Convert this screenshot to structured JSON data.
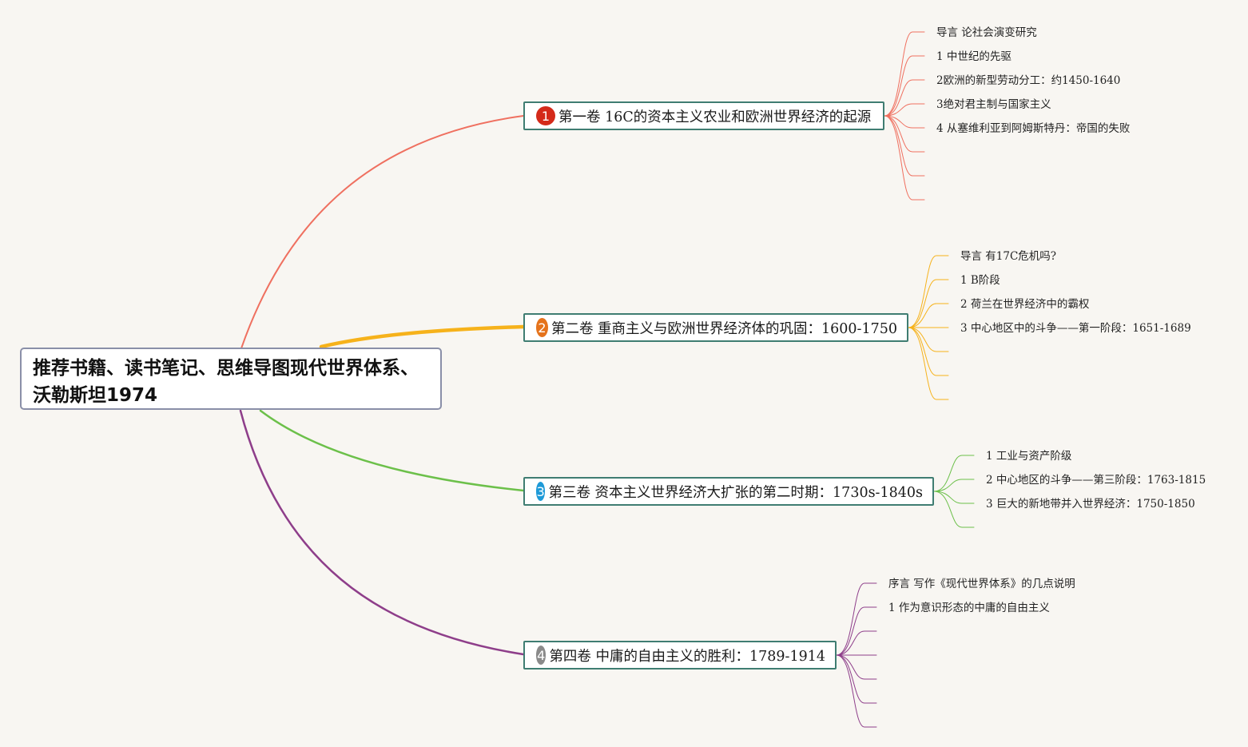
{
  "root": {
    "title": "推荐书籍、读书笔记、思维导图现代世界体系、沃勒斯坦1974"
  },
  "branches": [
    {
      "badge": "1",
      "color": "#ef7060",
      "badge_color": "#d42a1a",
      "label": "第一卷 16C的资本主义农业和欧洲世界经济的起源",
      "children": [
        "导言 论社会演变研究",
        "1 中世纪的先驱",
        "2欧洲的新型劳动分工：约1450-1640",
        "3绝对君主制与国家主义",
        "4 从塞维利亚到阿姆斯特丹：帝国的失败"
      ],
      "empty_children": 3
    },
    {
      "badge": "2",
      "color": "#f6b21b",
      "badge_color": "#e5731c",
      "label": "第二卷 重商主义与欧洲世界经济体的巩固：1600-1750",
      "children": [
        "导言 有17C危机吗?",
        "1 B阶段",
        "2 荷兰在世界经济中的霸权",
        "3 中心地区中的斗争——第一阶段：1651-1689"
      ],
      "empty_children": 3
    },
    {
      "badge": "3",
      "color": "#6cc04a",
      "badge_color": "#1e9ad8",
      "label": "第三卷 资本主义世界经济大扩张的第二时期：1730s-1840s",
      "children": [
        "1 工业与资产阶级",
        "2 中心地区的斗争——第三阶段：1763-1815",
        "3 巨大的新地带并入世界经济：1750-1850"
      ],
      "empty_children": 1
    },
    {
      "badge": "4",
      "color": "#8e3e8a",
      "badge_color": "#8a8a8a",
      "label": "第四卷 中庸的自由主义的胜利：1789-1914",
      "children": [
        "序言 写作《现代世界体系》的几点说明",
        "1 作为意识形态的中庸的自由主义"
      ],
      "empty_children": 5
    }
  ]
}
